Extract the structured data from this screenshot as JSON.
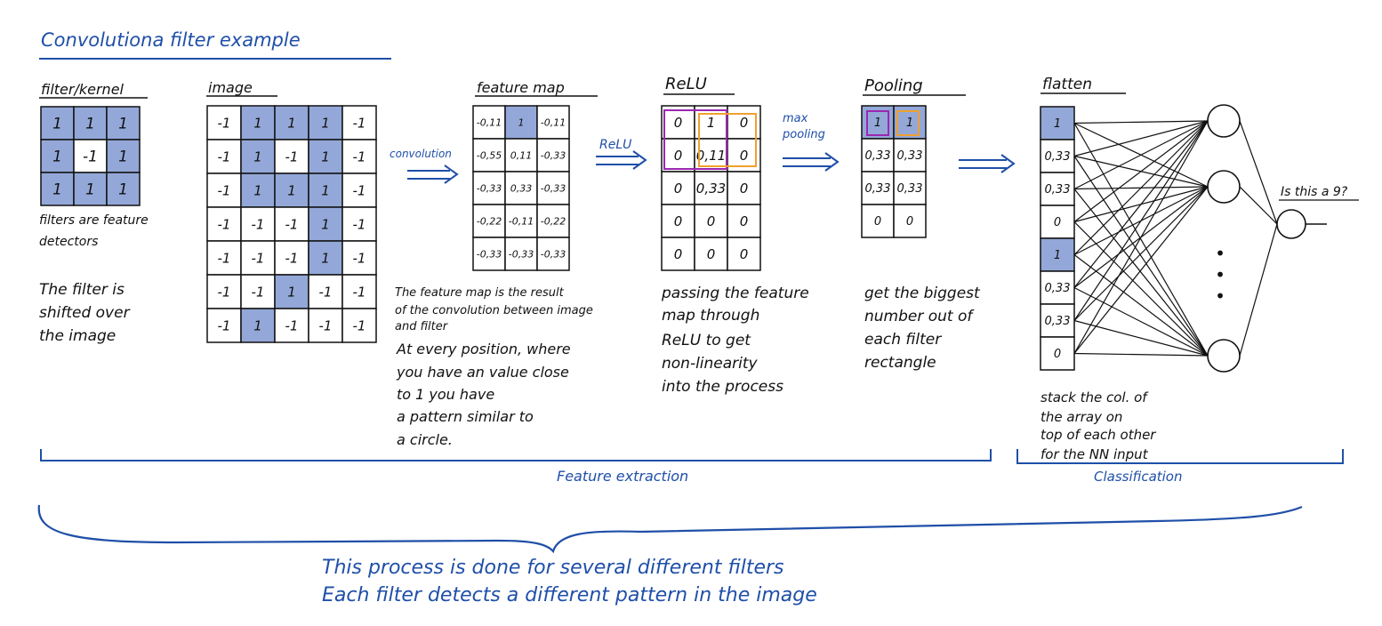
{
  "title": "Convolutiona filter example",
  "colors": {
    "ink_blue": "#1f4fa8",
    "cell_fill": "#93a8d8",
    "relu_box_purple": "#9b27b0",
    "relu_box_orange": "#f0a030"
  },
  "filter": {
    "heading": "filter/kernel",
    "grid": [
      [
        "1",
        "1",
        "1"
      ],
      [
        "1",
        "-1",
        "1"
      ],
      [
        "1",
        "1",
        "1"
      ]
    ],
    "highlight": [
      [
        1,
        1,
        1
      ],
      [
        1,
        0,
        1
      ],
      [
        1,
        1,
        1
      ]
    ],
    "note": [
      "filters are feature",
      "detectors"
    ],
    "description": [
      "The filter is",
      "shifted over",
      "the image"
    ]
  },
  "image": {
    "heading": "image",
    "grid": [
      [
        "-1",
        "1",
        "1",
        "1",
        "-1"
      ],
      [
        "-1",
        "1",
        "-1",
        "1",
        "-1"
      ],
      [
        "-1",
        "1",
        "1",
        "1",
        "-1"
      ],
      [
        "-1",
        "-1",
        "-1",
        "1",
        "-1"
      ],
      [
        "-1",
        "-1",
        "-1",
        "1",
        "-1"
      ],
      [
        "-1",
        "-1",
        "1",
        "-1",
        "-1"
      ],
      [
        "-1",
        "1",
        "-1",
        "-1",
        "-1"
      ]
    ],
    "highlight": [
      [
        0,
        1,
        1,
        1,
        0
      ],
      [
        0,
        1,
        0,
        1,
        0
      ],
      [
        0,
        1,
        1,
        1,
        0
      ],
      [
        0,
        0,
        0,
        1,
        0
      ],
      [
        0,
        0,
        0,
        1,
        0
      ],
      [
        0,
        0,
        1,
        0,
        0
      ],
      [
        0,
        1,
        0,
        0,
        0
      ]
    ]
  },
  "convolution_label": "convolution",
  "feature_map": {
    "heading": "feature map",
    "grid": [
      [
        "-0,11",
        "1",
        "-0,11"
      ],
      [
        "-0,55",
        "0,11",
        "-0,33"
      ],
      [
        "-0,33",
        "0,33",
        "-0,33"
      ],
      [
        "-0,22",
        "-0,11",
        "-0,22"
      ],
      [
        "-0,33",
        "-0,33",
        "-0,33"
      ]
    ],
    "highlight": [
      [
        0,
        1,
        0
      ],
      [
        0,
        0,
        0
      ],
      [
        0,
        0,
        0
      ],
      [
        0,
        0,
        0
      ],
      [
        0,
        0,
        0
      ]
    ],
    "note": [
      "The feature map is the result",
      "of the convolution between image",
      "and filter"
    ],
    "description": [
      "At every position, where",
      "you have an value close",
      "to 1 you have",
      "a pattern similar to",
      "a circle."
    ]
  },
  "relu_arrow_label": "ReLU",
  "relu": {
    "heading": "ReLU",
    "grid": [
      [
        "0",
        "1",
        "0"
      ],
      [
        "0",
        "0,11",
        "0"
      ],
      [
        "0",
        "0,33",
        "0"
      ],
      [
        "0",
        "0",
        "0"
      ],
      [
        "0",
        "0",
        "0"
      ]
    ],
    "description": [
      "passing the feature",
      "map through",
      "ReLU to get",
      "non-linearity",
      "into the process"
    ]
  },
  "pooling_arrow_label": [
    "max",
    "pooling"
  ],
  "pooling": {
    "heading": "Pooling",
    "grid": [
      [
        "1",
        "1"
      ],
      [
        "0,33",
        "0,33"
      ],
      [
        "0,33",
        "0,33"
      ],
      [
        "0",
        "0"
      ]
    ],
    "description": [
      "get the biggest",
      "number out of",
      "each filter",
      "rectangle"
    ]
  },
  "flatten": {
    "heading": "flatten",
    "values": [
      "1",
      "0,33",
      "0,33",
      "0",
      "1",
      "0,33",
      "0,33",
      "0"
    ],
    "highlight": [
      1,
      0,
      0,
      0,
      1,
      0,
      0,
      0
    ],
    "description": [
      "stack the col. of",
      "the array on",
      "top of each other",
      "for the NN input"
    ]
  },
  "network": {
    "dots": "•\n•\n•",
    "question": "Is this a 9?"
  },
  "sections": {
    "feature_extraction": "Feature extraction",
    "classification": "Classification"
  },
  "summary": [
    "This process is done for several different filters",
    "Each filter detects a different pattern in the image"
  ]
}
